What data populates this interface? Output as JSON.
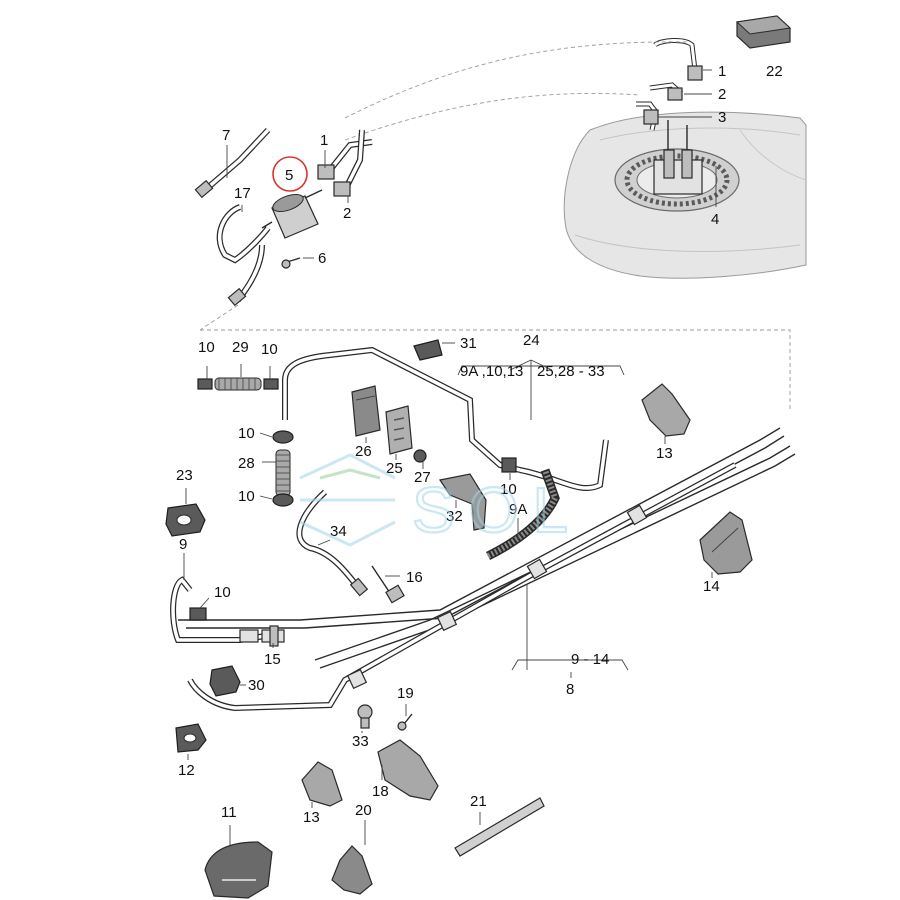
{
  "diagram": {
    "callouts": {
      "c1_top": "1",
      "c2_top": "2",
      "c3_top": "3",
      "c4": "4",
      "c22": "22",
      "c7": "7",
      "c5": "5",
      "c1_filter": "1",
      "c2_filter": "2",
      "c17": "17",
      "c6": "6",
      "c31": "31",
      "c24": "24",
      "c24_range_a": "9A ,10,13",
      "c24_range_b": "25,28 - 33",
      "c10_a": "10",
      "c29": "29",
      "c10_b": "10",
      "c10_c": "10",
      "c28": "28",
      "c10_d": "10",
      "c26": "26",
      "c25": "25",
      "c27": "27",
      "c10_e": "10",
      "c32": "32",
      "c9a": "9A",
      "c13_r": "13",
      "c14": "14",
      "c23": "23",
      "c9": "9",
      "c10_f": "10",
      "c34": "34",
      "c16": "16",
      "c15": "15",
      "c30": "30",
      "c12": "12",
      "c9_14": "9 - 14",
      "c8": "8",
      "c19": "19",
      "c33": "33",
      "c18": "18",
      "c13_b": "13",
      "c20": "20",
      "c11": "11",
      "c21": "21"
    },
    "highlight_color": "#d9342b",
    "watermark": {
      "text": "SOL",
      "color": "#9fd4e8"
    }
  }
}
